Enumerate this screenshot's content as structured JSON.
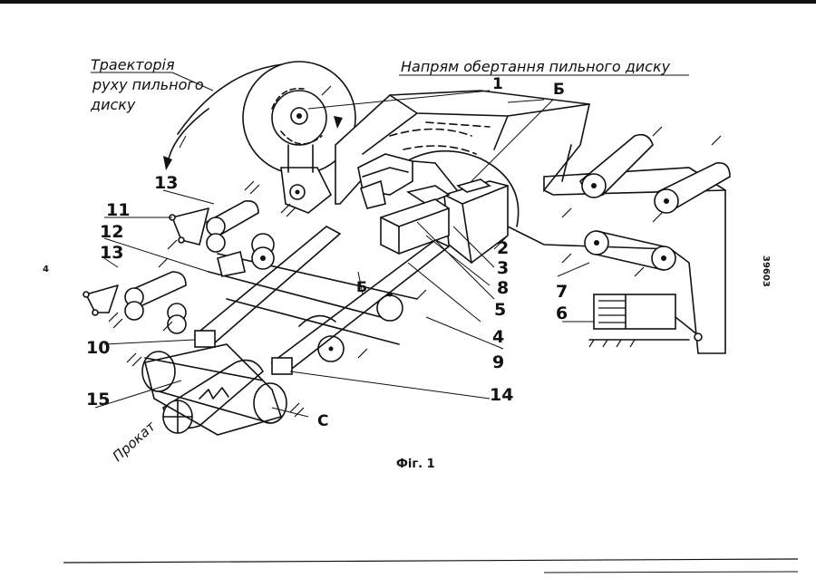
{
  "labels": {
    "trajectory_1": "Траекторія",
    "trajectory_2": "руху пильного",
    "trajectory_3": "диску",
    "rotation": "Напрям обертання пильного диску",
    "fig": "Фіг. 1",
    "side_code": "39603",
    "stock": "Прокат",
    "page_mark": "4"
  },
  "callouts": {
    "n1": "1",
    "n2": "2",
    "n3": "3",
    "n4": "4",
    "n5": "5",
    "n6": "6",
    "n7": "7",
    "n8": "8",
    "n9": "9",
    "n10": "10",
    "n11": "11",
    "n12": "12",
    "n13a": "13",
    "n13b": "13",
    "n14": "14",
    "n15": "15",
    "nB1": "Б",
    "nB2": "Б",
    "nC": "С"
  }
}
